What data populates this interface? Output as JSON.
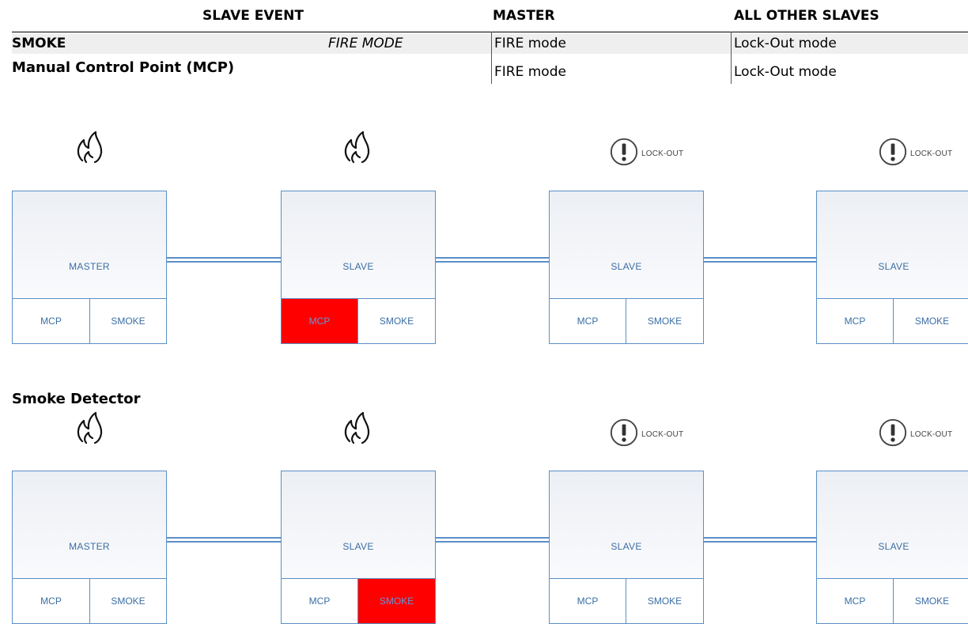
{
  "table": {
    "headers": {
      "slave_event": "SLAVE EVENT",
      "master": "MASTER",
      "all_other_slaves": "ALL OTHER SLAVES"
    },
    "rows": [
      {
        "event": "SMOKE",
        "mode": "FIRE MODE",
        "master": "FIRE mode",
        "others": "Lock-Out mode"
      },
      {
        "event": "Manual Control Point (MCP)",
        "mode": "",
        "master": "FIRE mode",
        "others": "Lock-Out mode"
      }
    ]
  },
  "diagram": {
    "labels": {
      "master": "MASTER",
      "slave": "SLAVE",
      "mcp": "MCP",
      "smoke": "SMOKE",
      "lockout": "LOCK-OUT"
    },
    "colors": {
      "active": "#ff0000",
      "border": "#5b8fc7",
      "text": "#3a6ea5"
    },
    "rows": [
      {
        "title": "",
        "active": "MCP"
      },
      {
        "title": "Smoke Detector",
        "active": "SMOKE"
      }
    ]
  }
}
